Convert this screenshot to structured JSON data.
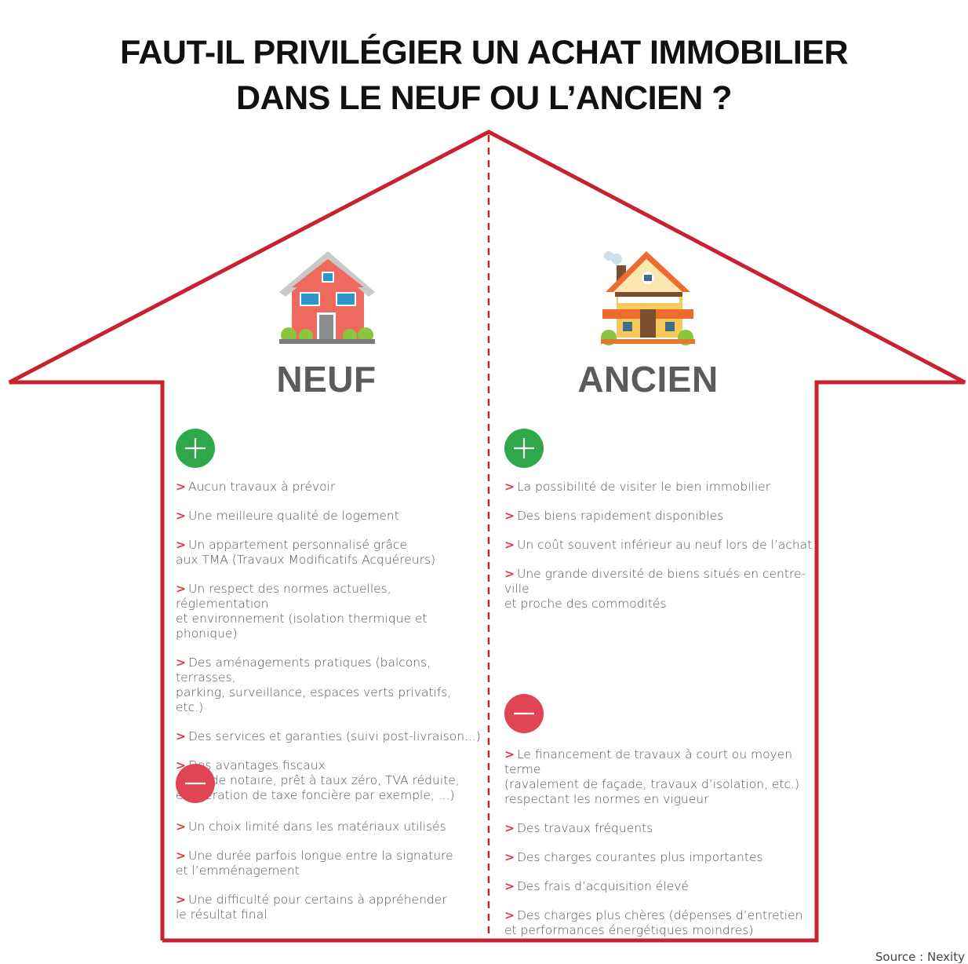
{
  "title": {
    "line1": "FAUT-IL PRIVILÉGIER UN ACHAT IMMOBILIER",
    "line2_regular": "DANS ",
    "line2_bold": "LE NEUF OU L’ANCIEN ?"
  },
  "colors": {
    "outline": "#c8222f",
    "plus": "#2fa84a",
    "minus": "#e04455",
    "arrow": "#e2343f",
    "heading": "#5b5b5b"
  },
  "neuf": {
    "heading": "NEUF",
    "icon": "modern-house-icon",
    "pros": [
      "Aucun travaux à prévoir",
      "Une meilleure qualité de logement",
      "Un appartement personnalisé grâce\naux TMA (Travaux Modificatifs Acquéreurs)",
      "Un respect des normes actuelles, réglementation\net environnement (isolation thermique et phonique)",
      "Des aménagements pratiques (balcons, terrasses,\nparking, surveillance, espaces verts privatifs, etc.)",
      "Des services et garanties (suivi post-livraison...)",
      "Des avantages fiscaux\n(frais de notaire,  prêt à taux zéro, TVA réduite,\nexonération de taxe foncière par exemple, ...)"
    ],
    "cons": [
      "Un choix limité dans les matériaux utilisés",
      "Une durée parfois longue entre la signature\net l’emménagement",
      "Une difficulté pour certains à appréhender\nle résultat final"
    ]
  },
  "ancien": {
    "heading": "ANCIEN",
    "icon": "old-house-icon",
    "pros": [
      "La possibilité de visiter le bien immobilier",
      "Des biens rapidement disponibles",
      "Un coût souvent inférieur au neuf lors de l’achat",
      "Une grande diversité de biens situés en centre-ville\net proche des commodités"
    ],
    "cons": [
      "Le financement de travaux à court ou moyen terme\n(ravalement de façade, travaux d’isolation, etc.)\nrespectant les normes en vigueur",
      "Des travaux fréquents",
      "Des charges courantes plus importantes",
      "Des frais d’acquisition élevé",
      "Des charges plus chères (dépenses d’entretien\net performances énergétiques moindres)"
    ]
  },
  "arrow_glyph": ">",
  "source": "Source : Nexity"
}
